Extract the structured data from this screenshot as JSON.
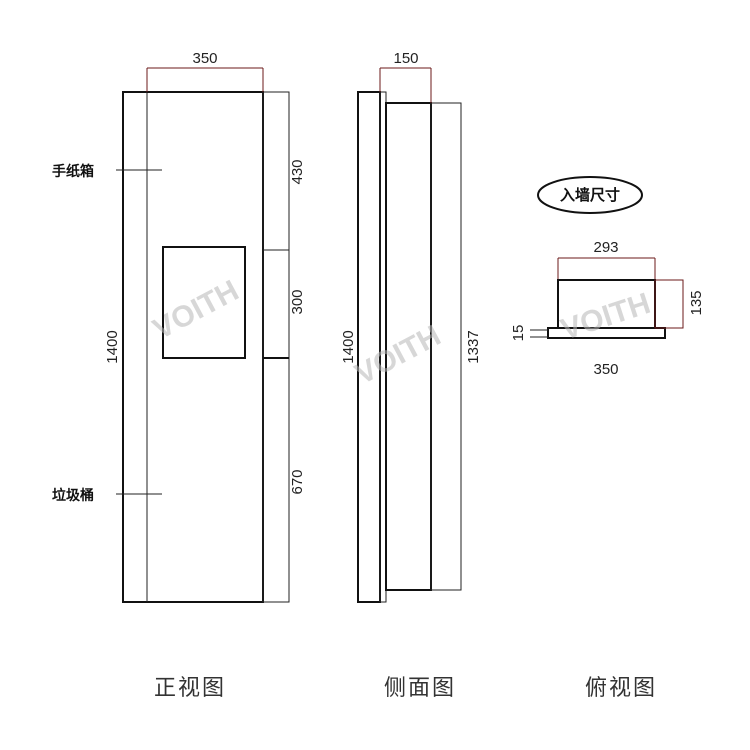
{
  "front_view": {
    "caption": "正视图",
    "dim_width": "350",
    "dim_height": "1400",
    "dim_top_section": "430",
    "dim_window": "300",
    "dim_bottom_section": "670",
    "label_paper_box": "手纸箱",
    "label_trash_bin": "垃圾桶",
    "watermark": "VOITH"
  },
  "side_view": {
    "caption": "侧面图",
    "dim_depth": "150",
    "dim_height": "1400",
    "dim_inner_height": "1337",
    "watermark": "VOITH"
  },
  "top_view": {
    "caption": "俯视图",
    "badge": "入墙尺寸",
    "dim_inner_width": "293",
    "dim_outer_width": "350",
    "dim_depth": "135",
    "dim_flange": "15",
    "watermark": "VOITH"
  }
}
